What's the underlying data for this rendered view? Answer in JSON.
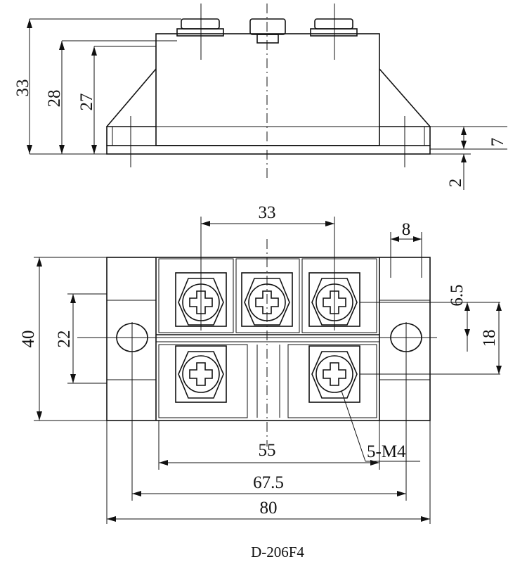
{
  "caption": "D-206F4",
  "side_view": {
    "dims": {
      "height_total": "33",
      "height_body": "28",
      "height_base": "27",
      "mount_height": "7",
      "base_thickness": "2"
    }
  },
  "top_view": {
    "dims": {
      "terminal_pitch": "33",
      "mount_offset": "8",
      "screw_offset": "6.5",
      "width": "40",
      "hole_spacing_v": "22",
      "hole_width": "18",
      "inner_length": "55",
      "hole_distance": "67.5",
      "length": "80",
      "screw_label": "5-M4"
    }
  },
  "colors": {
    "line": "#111111",
    "background": "#ffffff"
  }
}
